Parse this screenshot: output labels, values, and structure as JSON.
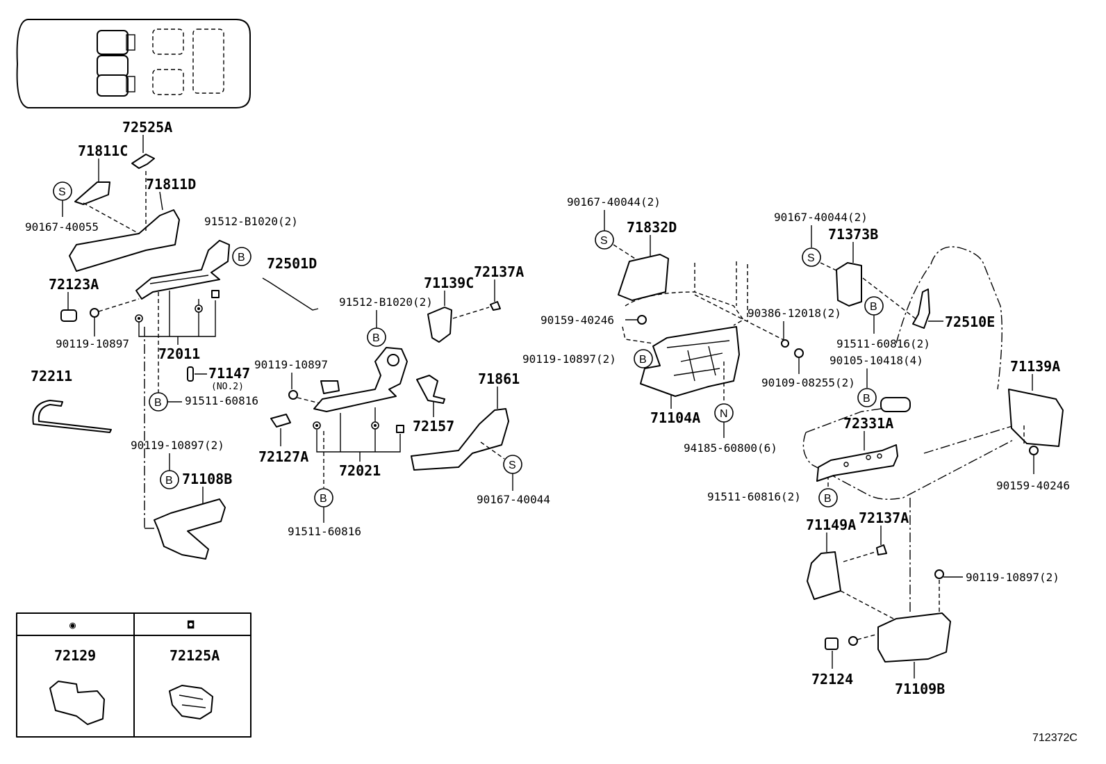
{
  "diagram_ref": "712372C",
  "markers": {
    "B": "B",
    "S": "S",
    "N": "N"
  },
  "parts": {
    "p72525A": "72525A",
    "p71811C": "71811C",
    "p71811D": "71811D",
    "p90167_40055": "90167-40055",
    "p91512_B1020_l": "91512-B1020(2)",
    "p72501D": "72501D",
    "p72123A": "72123A",
    "p90119_10897_a": "90119-10897",
    "p72011": "72011",
    "p72211": "72211",
    "p71147": "71147",
    "p71147_note": "(NO.2)",
    "p91511_60816_a": "91511-60816",
    "p90119_10897_2a": "90119-10897(2)",
    "p71108B": "71108B",
    "p71139C": "71139C",
    "p72137A_a": "72137A",
    "p91512_B1020_m": "91512-B1020(2)",
    "p90119_10897_b": "90119-10897",
    "p72157": "72157",
    "p71861": "71861",
    "p72127A": "72127A",
    "p72021": "72021",
    "p90167_40044_a": "90167-40044",
    "p91511_60816_b": "91511-60816",
    "p90167_40044_2a": "90167-40044(2)",
    "p71832D": "71832D",
    "p90159_40246_a": "90159-40246",
    "p90119_10897_2b": "90119-10897(2)",
    "p90386_12018": "90386-12018(2)",
    "p71104A": "71104A",
    "p94185_60800": "94185-60800(6)",
    "p90109_08255": "90109-08255(2)",
    "p90167_40044_2b": "90167-40044(2)",
    "p71373B": "71373B",
    "p91511_60816_2a": "91511-60816(2)",
    "p72510E": "72510E",
    "p90105_10418": "90105-10418(4)",
    "p71139A": "71139A",
    "p72331A": "72331A",
    "p90159_40246_b": "90159-40246",
    "p91511_60816_2b": "91511-60816(2)",
    "p71149A": "71149A",
    "p72137A_b": "72137A",
    "p90119_10897_2c": "90119-10897(2)",
    "p72124": "72124",
    "p71109B": "71109B"
  },
  "legend": {
    "col1_symbol": "◉",
    "col2_symbol": "◘",
    "col1_part": "72129",
    "col2_part": "72125A"
  }
}
